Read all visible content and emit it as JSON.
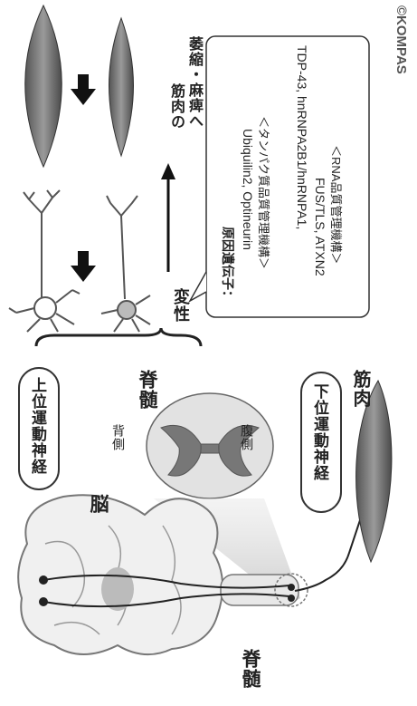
{
  "labels": {
    "upper_motor_neuron": "上位運動神経",
    "lower_motor_neuron": "下位運動神経",
    "brain": "脳",
    "spinal_cord_top": "脊髄",
    "spinal_cord_bottom": "脊髄",
    "dorsal": "背側",
    "ventral": "腹側",
    "muscle": "筋肉",
    "degeneration": "変性",
    "muscle_result_line1": "筋肉の",
    "muscle_result_line2": "萎縮・麻痺へ",
    "copyright": "©KOMPAS"
  },
  "info_box": {
    "title": "原因遺伝子：",
    "protein_genes": "Ubiquilin2, Optineurin",
    "protein_mechanism": "＜タンパク質品質管理機構＞",
    "rna_genes_line1": "TDP-43, hnRNPA2B1/hnRNPA1,",
    "rna_genes_line2": "FUS/TLS, ATXN2",
    "rna_mechanism": "＜RNA品質管理機構＞"
  }
}
